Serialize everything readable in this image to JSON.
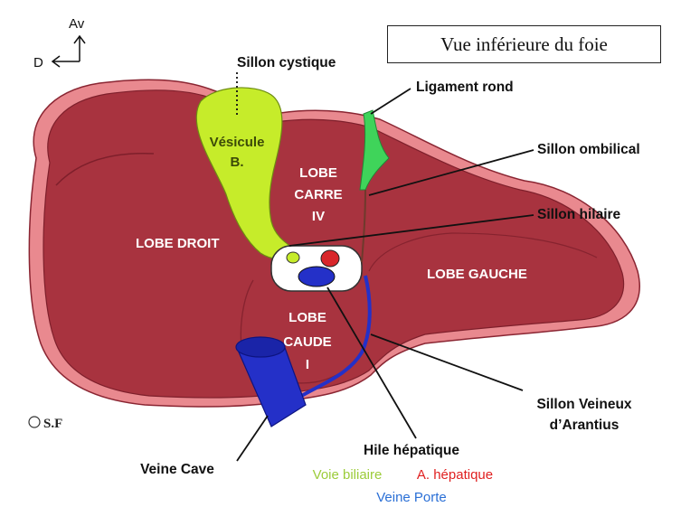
{
  "title": "Vue inférieure du foie",
  "orientation": {
    "anterior": "Av",
    "right": "D"
  },
  "lobes": {
    "right": "LOBE DROIT",
    "left": "LOBE GAUCHE",
    "quadrate_line1": "LOBE",
    "quadrate_line2": "CARRE",
    "quadrate_line3": "IV",
    "caudate_line1": "LOBE",
    "caudate_line2": "CAUDE",
    "caudate_line3": "I"
  },
  "gallbladder": {
    "line1": "Vésicule",
    "line2": "B."
  },
  "labels": {
    "sillon_cystique": "Sillon cystique",
    "ligament_rond": "Ligament rond",
    "sillon_ombilical": "Sillon ombilical",
    "sillon_hilaire": "Sillon hilaire",
    "sillon_veineux_line1": "Sillon Veineux",
    "sillon_veineux_line2": "d’Arantius",
    "hile_hepatique": "Hile hépatique",
    "veine_cave": "Veine Cave"
  },
  "legend": [
    {
      "text": "Voie biliaire",
      "color": "#9ccc3a"
    },
    {
      "text": "A. hépatique",
      "color": "#e02020"
    },
    {
      "text": "Veine Porte",
      "color": "#2a6fd6"
    }
  ],
  "signature": "S.F",
  "colors": {
    "liver": "#a8333f",
    "liver_dark": "#8a2532",
    "liver_edge": "#e9898f",
    "gallbladder": "#c6ec2a",
    "ligament": "#3fd45a",
    "vein": "#2430c8",
    "artery": "#d8262a"
  }
}
